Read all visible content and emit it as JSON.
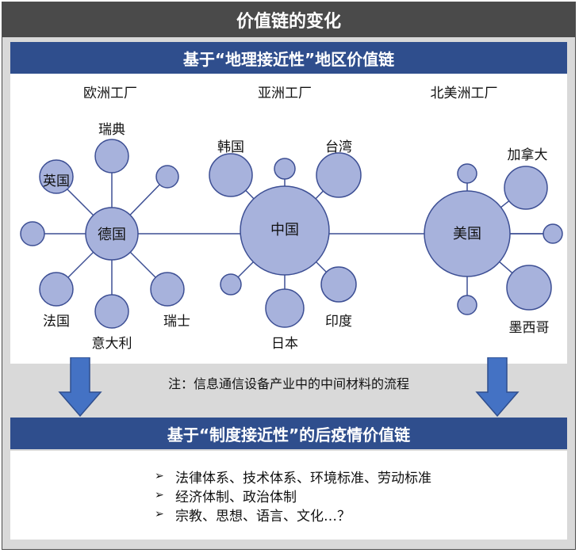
{
  "title": "价值链的变化",
  "top_band": "基于“地理接近性”地区价值链",
  "regions": [
    "欧洲工厂",
    "亚洲工厂",
    "北美洲工厂"
  ],
  "hubs": {
    "europe": "德国",
    "asia": "中国",
    "america": "美国"
  },
  "europe_nodes": [
    "瑞典",
    "英国",
    "法国",
    "意大利",
    "瑞士"
  ],
  "asia_nodes": [
    "韩国",
    "台湾",
    "日本",
    "印度"
  ],
  "america_nodes": [
    "加拿大",
    "墨西哥"
  ],
  "note": "注：信息通信设备产业中的中间材料的流程",
  "bottom_band": "基于“制度接近性”的后疫情价值链",
  "bullets": [
    "法律体系、技术体系、环境标准、劳动标准",
    "经济体制、政治体制",
    "宗教、思想、语言、文化…？"
  ],
  "colors": {
    "title_bg": "#4a4a4a",
    "band_bg": "#2f4e8d",
    "circle_fill": "#a7b2dc",
    "circle_stroke": "#3d4f94",
    "arrow": "#4472c4"
  }
}
